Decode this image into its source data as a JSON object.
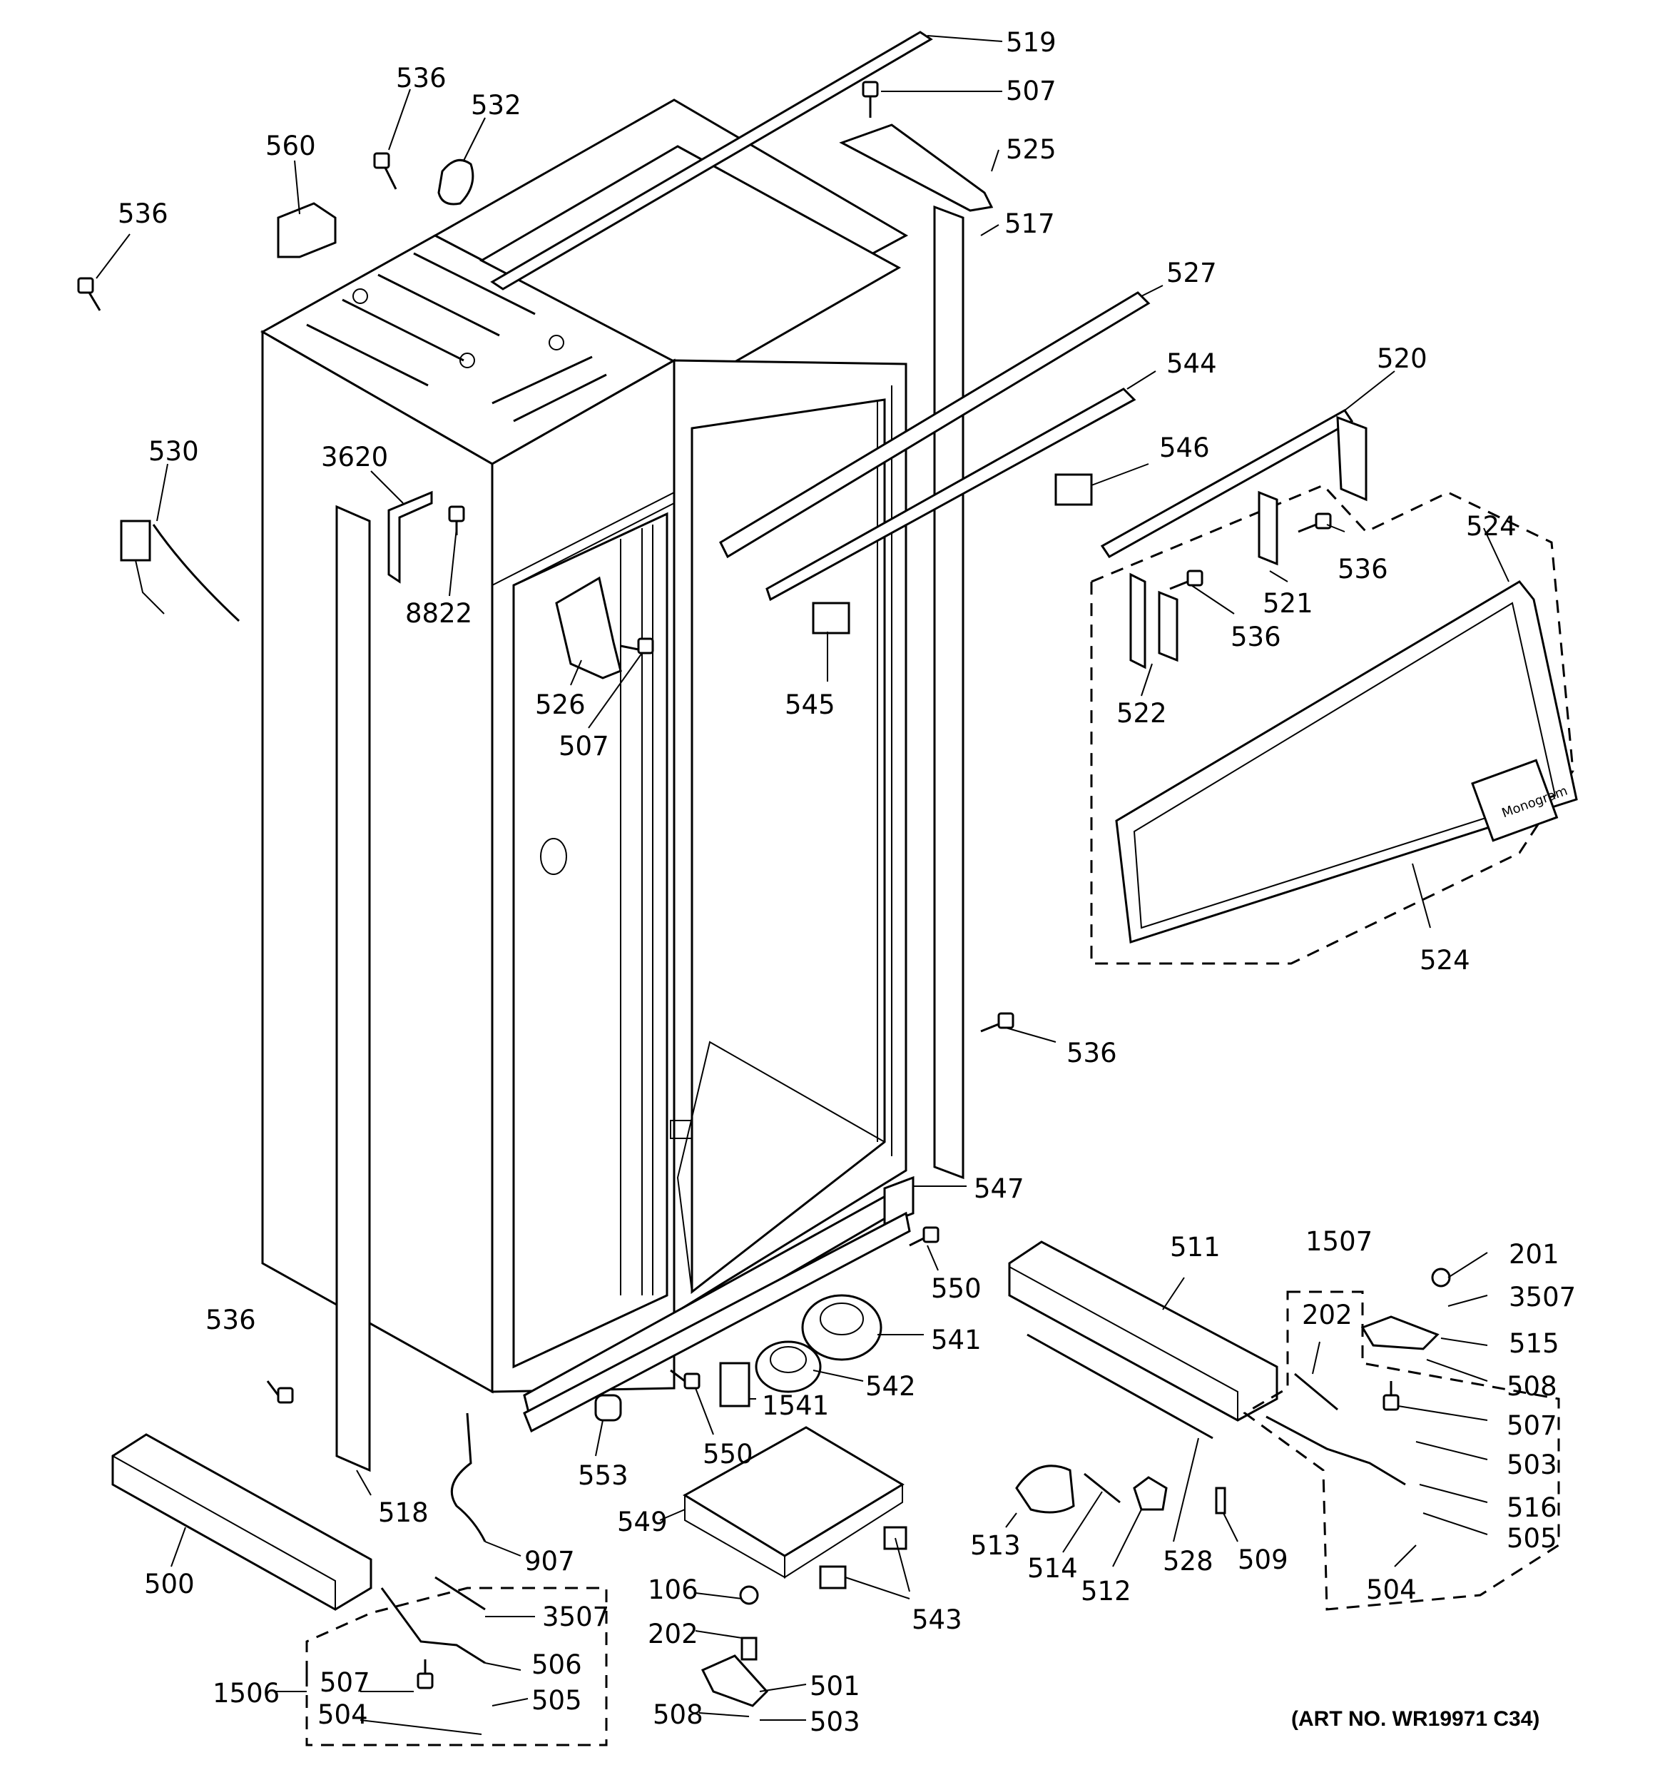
{
  "diagram": {
    "art_number": "(ART NO. WR19971 C34)",
    "logo_text": "Monogram",
    "callouts": [
      "519",
      "507",
      "536",
      "532",
      "560",
      "525",
      "536",
      "517",
      "527",
      "544",
      "520",
      "530",
      "3620",
      "546",
      "524",
      "8822",
      "536",
      "521",
      "536",
      "526",
      "507",
      "545",
      "522",
      "524",
      "536",
      "547",
      "550",
      "511",
      "1507",
      "201",
      "202",
      "3507",
      "515",
      "536",
      "541",
      "542",
      "508",
      "1541",
      "507",
      "503",
      "550",
      "553",
      "516",
      "518",
      "505",
      "907",
      "549",
      "513",
      "514",
      "512",
      "528",
      "509",
      "500",
      "3507",
      "504",
      "106",
      "543",
      "202",
      "506",
      "1506",
      "507",
      "505",
      "501",
      "504",
      "508",
      "503"
    ]
  }
}
